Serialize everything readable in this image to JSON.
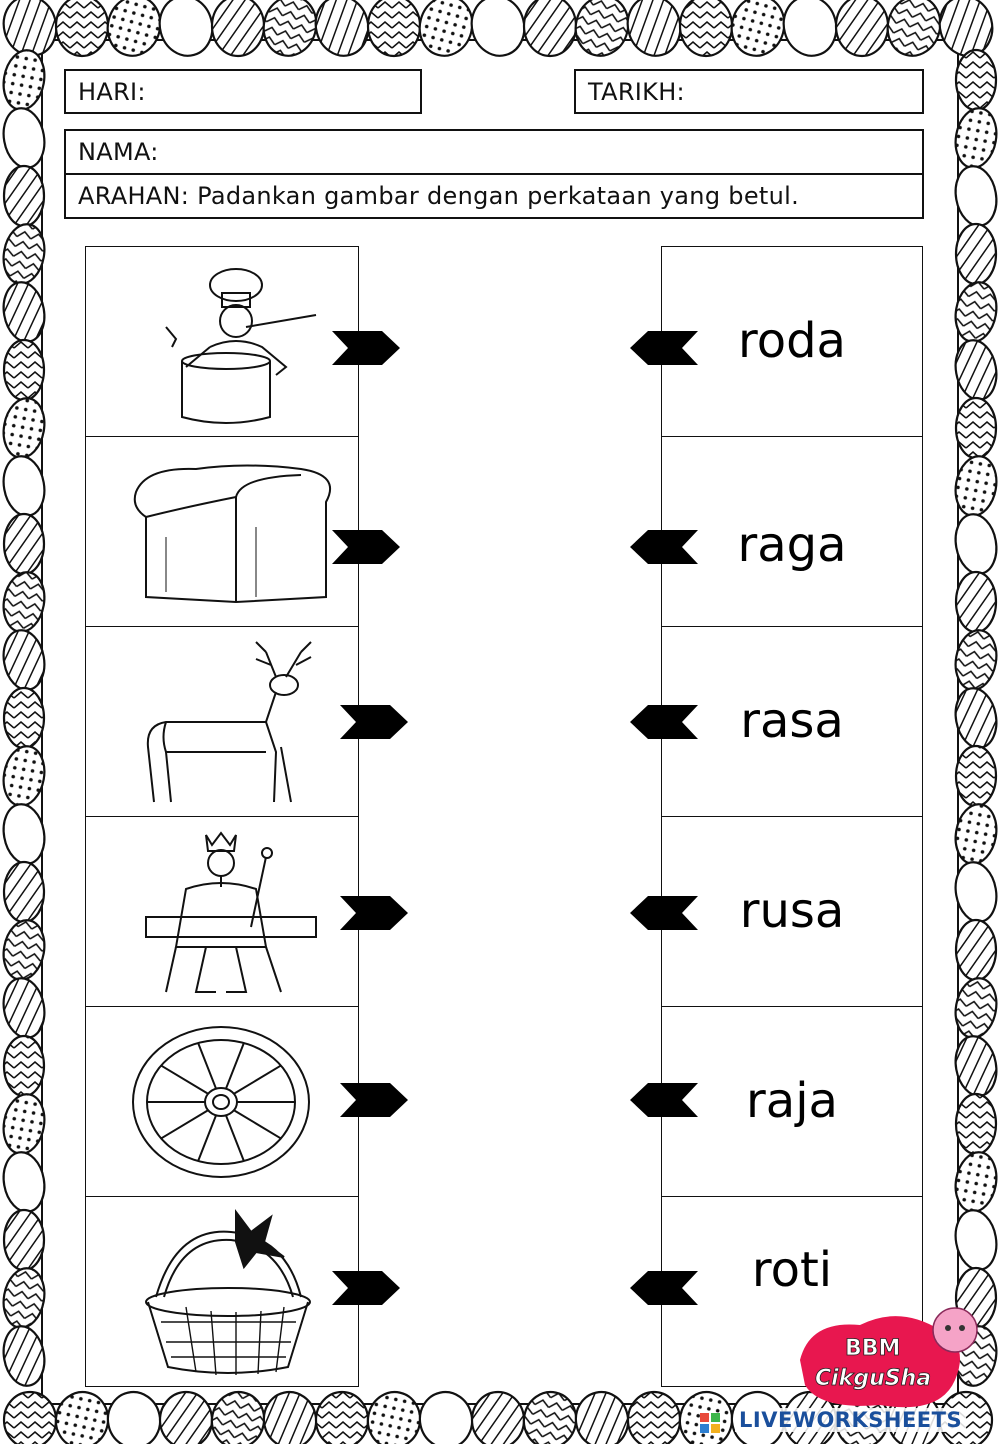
{
  "header": {
    "hari_label": "HARI:",
    "tarikh_label": "TARIKH:",
    "nama_label": "NAMA:",
    "arahan_label": "ARAHAN:",
    "arahan_text": "Padankan gambar dengan perkataan yang betul."
  },
  "pictures": [
    {
      "icon": "chef-icon"
    },
    {
      "icon": "bread-icon"
    },
    {
      "icon": "deer-icon"
    },
    {
      "icon": "king-icon"
    },
    {
      "icon": "wheel-icon"
    },
    {
      "icon": "basket-icon"
    }
  ],
  "words": [
    "roda",
    "raga",
    "rasa",
    "rusa",
    "raja",
    "roti"
  ],
  "branding": {
    "logo_line1": "BBM",
    "logo_line2": "CikguSha",
    "watermark": "LIVEWORKSHEETS",
    "logo_color": "#e8174f",
    "watermark_color": "#1a4f9c"
  }
}
